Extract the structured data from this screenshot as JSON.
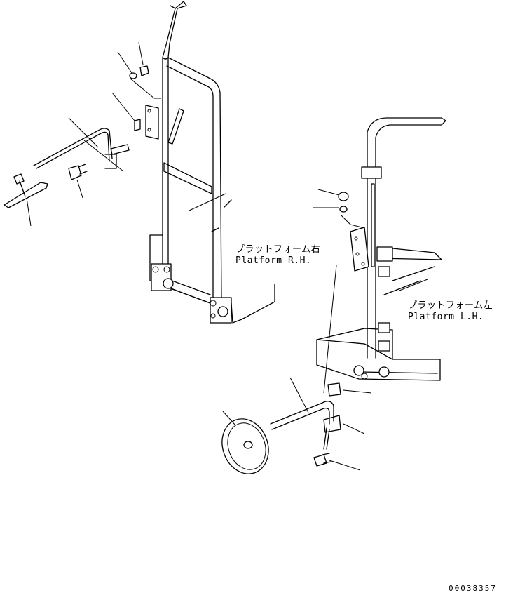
{
  "labels": {
    "platform_rh_jp": "プラットフォーム右",
    "platform_rh_en": "Platform R.H.",
    "platform_lh_jp": "プラットフォーム左",
    "platform_lh_en": "Platform L.H."
  },
  "drawing_number": "00038357"
}
